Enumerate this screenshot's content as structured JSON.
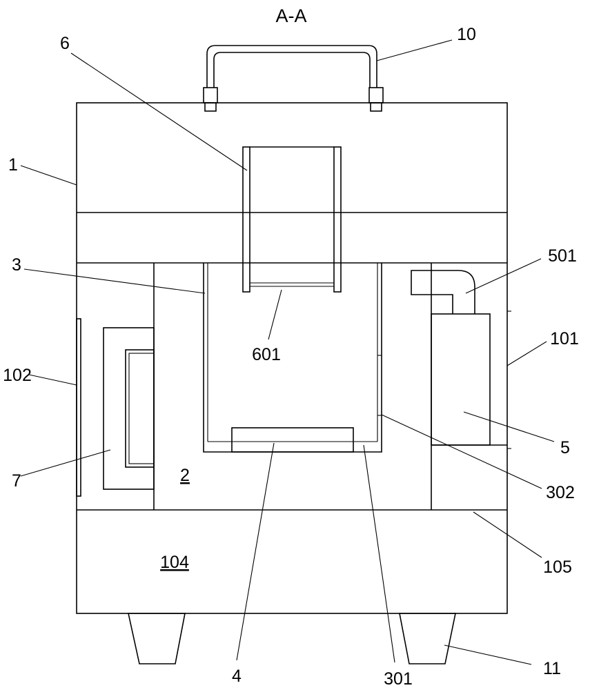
{
  "title": "A-A",
  "labels": {
    "l1": "1",
    "l2": "2",
    "l3": "3",
    "l4": "4",
    "l5": "5",
    "l6": "6",
    "l7": "7",
    "l10": "10",
    "l11": "11",
    "l101": "101",
    "l102": "102",
    "l104": "104",
    "l105": "105",
    "l301": "301",
    "l302": "302",
    "l501": "501",
    "l601": "601"
  },
  "colors": {
    "line": "#000000",
    "background": "#ffffff"
  }
}
